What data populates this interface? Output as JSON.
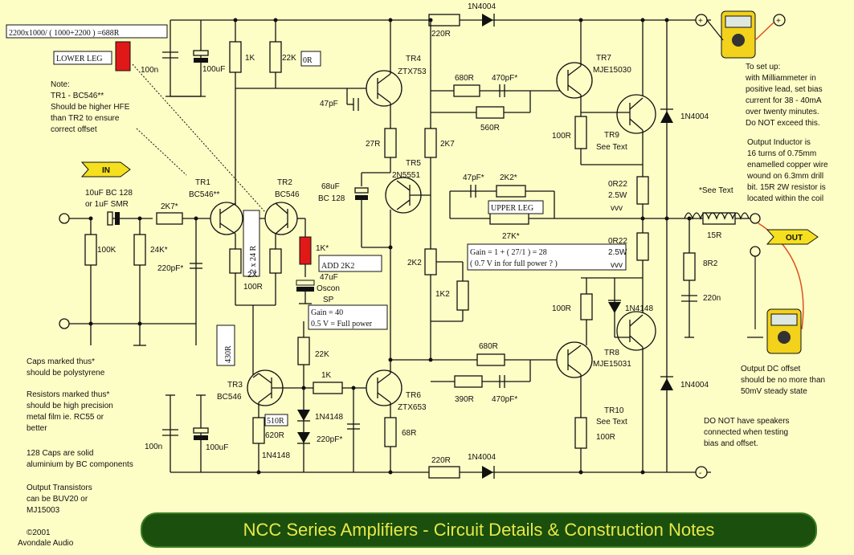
{
  "formula_top": "2200x1000/ ( 1000+2200 ) =688R",
  "lower_leg": "LOWER LEG",
  "upper_leg": "UPPER LEG",
  "add_2k2": "ADD 2K2",
  "r_0r": "0R",
  "r_430r": "430R",
  "r_2x24r": "2 x 24 R",
  "r_510r": "510R",
  "gain40_line1": "Gain = 40",
  "gain40_line2": "0.5 V = Full power",
  "gain28_line1": "Gain = 1 + ( 27/1 ) = 28",
  "gain28_line2": "( 0.7 V in for full power ? )",
  "in_label": "IN",
  "out_label": "OUT",
  "note_lines": [
    "Note:",
    "TR1 - BC546**",
    "Should be higher HFE",
    "than TR2 to ensure",
    "correct offset"
  ],
  "caps_note": [
    "Caps marked thus*",
    "should be polystyrene"
  ],
  "resistors_note": [
    "Resistors marked thus*",
    "should be high precision",
    "metal film ie. RC55 or",
    "better"
  ],
  "caps128_note": [
    "128 Caps are solid",
    "aluminium by BC components"
  ],
  "output_tr_note": [
    "Output Transistors",
    "can be BUV20 or",
    "MJ15003"
  ],
  "copyright": [
    "©2001",
    "Avondale Audio"
  ],
  "setup_note": [
    "To set up:",
    "with Milliammeter in",
    "positive lead, set bias",
    "current for 38 - 40mA",
    "over twenty minutes.",
    "Do NOT exceed this."
  ],
  "inductor_note": [
    "Output Inductor is",
    "16 turns of 0.75mm",
    "enamelled copper wire",
    "wound on 6.3mm drill",
    "bit. 15R 2W resistor is",
    "located within the coil"
  ],
  "offset_note": [
    "Output DC offset",
    "should be no more than",
    "50mV steady state"
  ],
  "speaker_note": [
    "DO NOT have speakers",
    "connected when testing",
    "bias and offset."
  ],
  "see_text": "*See Text",
  "footer_title": "NCC Series Amplifiers - Circuit Details & Construction Notes",
  "labels": {
    "d_top": "1N4004",
    "r220_top": "220R",
    "c100n_top": "100n",
    "c100u_top": "100uF",
    "r1k_top": "1K",
    "r22k_top": "22K",
    "tr4": "TR4",
    "tr4_type": "ZTX753",
    "c47p": "47pF",
    "r680_top": "680R",
    "c470_top": "470pF*",
    "r560": "560R",
    "tr7": "TR7",
    "tr7_type": "MJE15030",
    "tr9": "TR9",
    "tr9_sub": "See Text",
    "r100_tr9": "100R",
    "d_mid_top": "1N4004",
    "r27r": "27R",
    "r2k7": "2K7",
    "tr5": "TR5",
    "tr5_type": "2N5551",
    "c68u": "68uF",
    "c68u_type": "BC 128",
    "c47p_star": "47pF*",
    "r2k2_star": "2K2*",
    "r27k": "27K*",
    "r0r22a": "0R22",
    "r0r22a_w": "2.5W",
    "r0r22b": "0R22",
    "r0r22b_w": "2.5W",
    "r15r": "15R",
    "r8r2": "8R2",
    "c220n": "220n",
    "c_in": "10uF BC 128",
    "c_in2": "or 1uF SMR",
    "r2k7_in": "2K7*",
    "r100k": "100K",
    "r24k": "24K*",
    "c220p": "220pF*",
    "tr1": "TR1",
    "tr1_type": "BC546**",
    "tr2": "TR2",
    "tr2_type": "BC546",
    "r2x": "2X",
    "r2x_val": "100R",
    "r1k_star": "1K*",
    "c47u": "47uF",
    "c47u_type": "Oscon",
    "c47u_sp": "SP",
    "r2k2": "2K2",
    "r1k2": "1K2",
    "r22k_b": "22K",
    "r1k_b": "1K",
    "tr3": "TR3",
    "tr3_type": "BC546",
    "r620": "620R",
    "d1n4148a": "1N4148",
    "d1n4148b": "1N4148",
    "c220p_b": "220pF*",
    "tr6": "TR6",
    "tr6_type": "ZTX653",
    "r68r": "68R",
    "r680_bot": "680R",
    "r390": "390R",
    "c470_bot": "470pF*",
    "tr8": "TR8",
    "tr8_type": "MJE15031",
    "r100_tr8": "100R",
    "d1n4148c": "1N4148",
    "tr10": "TR10",
    "tr10_sub": "See Text",
    "r100_tr10": "100R",
    "d_mid_bot": "1N4004",
    "r220_bot": "220R",
    "d_bot": "1N4004",
    "c100n_bot": "100n",
    "c100u_bot": "100uF"
  },
  "colors": {
    "background": "#fdfdc6",
    "red_marker": "#e01818",
    "footer_bg": "#1a4f0d",
    "footer_text": "#e8e84a",
    "arrow_fill": "#f5e020",
    "meter_body": "#f2d21a",
    "probe_wire": "#e0501a"
  }
}
